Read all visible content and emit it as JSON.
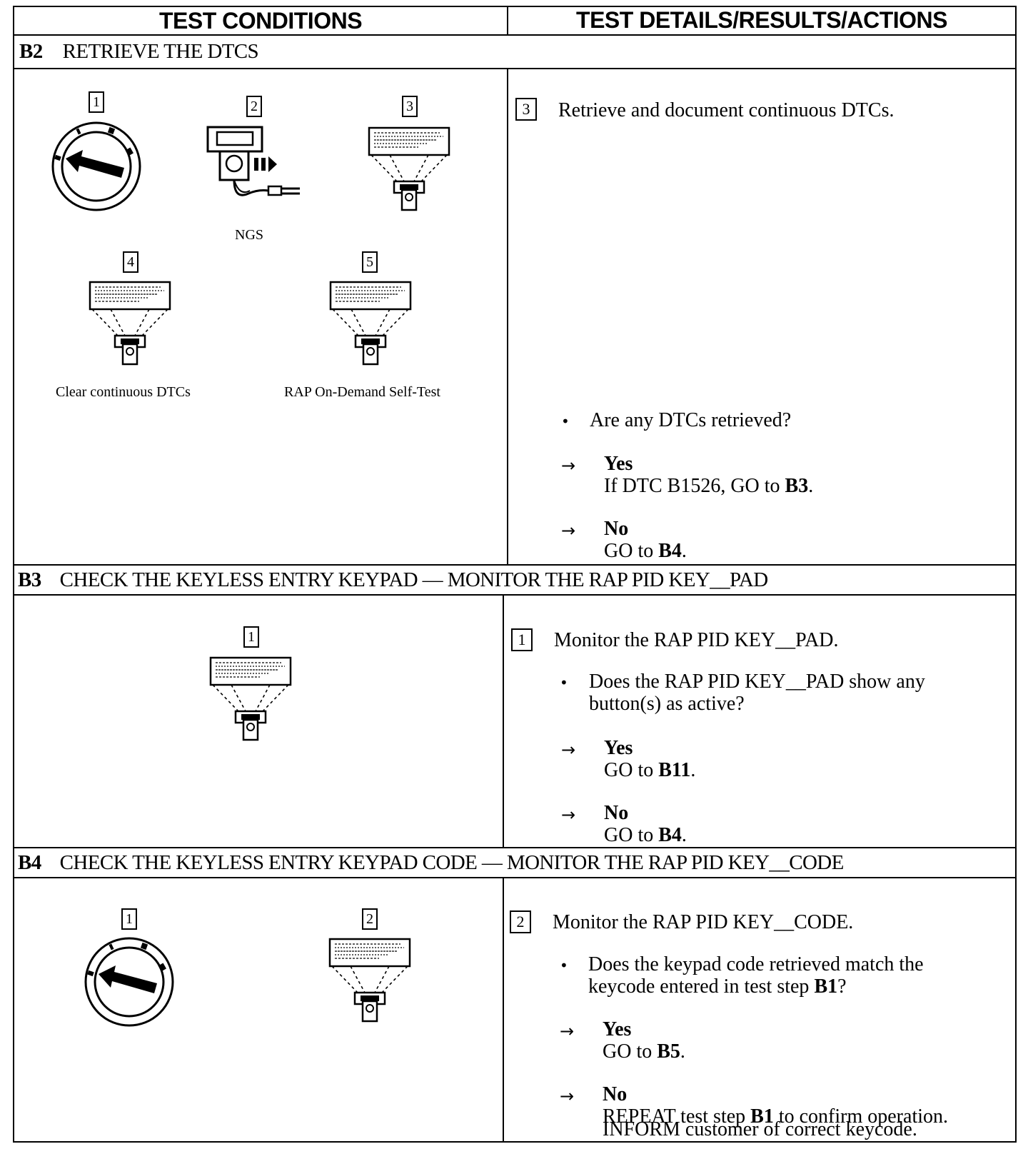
{
  "header": {
    "left": "TEST CONDITIONS",
    "right": "TEST DETAILS/RESULTS/ACTIONS"
  },
  "b2": {
    "code": "B2",
    "title": "RETRIEVE THE DTCS",
    "steps": [
      "1",
      "2",
      "3",
      "4",
      "5"
    ],
    "captions": {
      "ngs": "NGS",
      "clear": "Clear continuous DTCs",
      "selftest": "RAP On-Demand Self-Test"
    },
    "detail_num": "3",
    "detail_text": "Retrieve and document continuous DTCs.",
    "question": "Are any DTCs retrieved?",
    "yes": "Yes",
    "yes_action_prefix": "If DTC B1526, GO to ",
    "yes_action_ref": "B3",
    "yes_action_suffix": ".",
    "no": "No",
    "no_action_prefix": "GO to ",
    "no_action_ref": "B4",
    "no_action_suffix": "."
  },
  "b3": {
    "code": "B3",
    "title": "CHECK THE KEYLESS ENTRY KEYPAD — MONITOR THE RAP PID KEY__PAD",
    "steps": [
      "1"
    ],
    "detail_num": "1",
    "detail_text": "Monitor the RAP PID KEY__PAD.",
    "question": "Does the RAP PID KEY__PAD show any button(s) as active?",
    "yes": "Yes",
    "yes_action_prefix": "GO to ",
    "yes_action_ref": "B11",
    "yes_action_suffix": ".",
    "no": "No",
    "no_action_prefix": "GO to ",
    "no_action_ref": "B4",
    "no_action_suffix": "."
  },
  "b4": {
    "code": "B4",
    "title": "CHECK THE KEYLESS ENTRY KEYPAD CODE — MONITOR THE RAP PID KEY__CODE",
    "steps": [
      "1",
      "2"
    ],
    "detail_num": "2",
    "detail_text": "Monitor the RAP PID KEY__CODE.",
    "question_prefix": "Does the keypad code retrieved match the keycode entered in test step ",
    "question_ref": "B1",
    "question_suffix": "?",
    "yes": "Yes",
    "yes_action_prefix": "GO to ",
    "yes_action_ref": "B5",
    "yes_action_suffix": ".",
    "no": "No",
    "no_line1_prefix": "REPEAT test step ",
    "no_line1_ref": "B1",
    "no_line1_suffix": " to confirm operation.",
    "no_line2": "INFORM customer of correct keycode."
  },
  "symbols": {
    "arrow": "→",
    "bullet": "•"
  },
  "icons": {
    "ignition": "ignition-switch-icon",
    "scan_tool": "ngs-scan-tool-icon",
    "display": "scan-tool-display-icon"
  }
}
